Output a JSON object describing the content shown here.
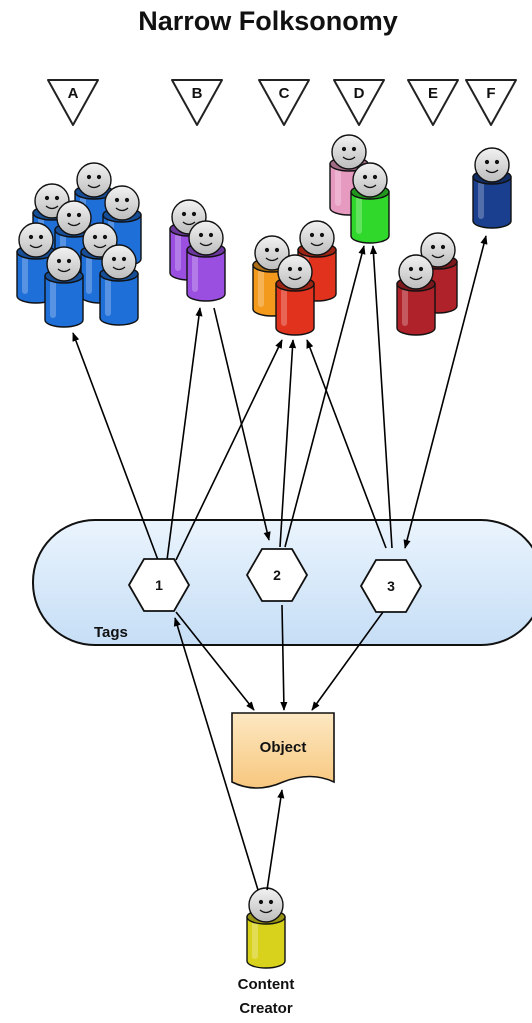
{
  "title": "Narrow Folksonomy",
  "groups": [
    "A",
    "B",
    "C",
    "D",
    "E",
    "F"
  ],
  "tags_label": "Tags",
  "tags": [
    "1",
    "2",
    "3"
  ],
  "object_label": "Object",
  "creator": {
    "line1": "Content",
    "line2": "Creator"
  },
  "colors": {
    "group_a": "#1f6fd8",
    "group_b": "#9a4fe0",
    "group_c_orange": "#f39a1c",
    "group_c_red": "#e0321c",
    "group_d_pink": "#e79ac0",
    "group_d_green": "#2fd82a",
    "group_e": "#b0222a",
    "group_f": "#1a3f8f",
    "creator": "#d8d21c",
    "tags_band": "#d8eafb",
    "object": "#fbd9a0"
  }
}
